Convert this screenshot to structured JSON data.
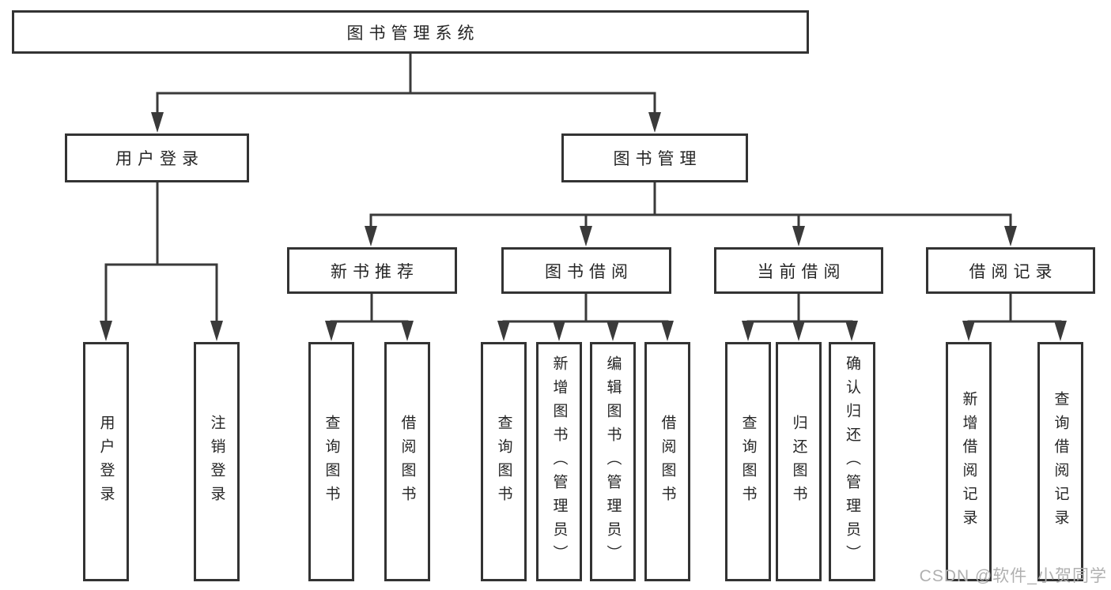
{
  "diagram": {
    "title": "图书管理系统",
    "watermark": "CSDN @软件_小贺同学",
    "colors": {
      "line": "#3a3a3a",
      "box_border": "#333333",
      "text": "#262626",
      "background": "#ffffff",
      "watermark_text": "#b0b0b0"
    },
    "nodes": {
      "root": "图书管理系统",
      "level2": {
        "user_login": "用户登录",
        "book_management": "图书管理"
      },
      "level3": {
        "new_book_recommend": "新书推荐",
        "book_borrow": "图书借阅",
        "current_borrow": "当前借阅",
        "borrow_record": "借阅记录"
      },
      "leaves": {
        "user_login_login": "用户登录",
        "user_login_logout": "注销登录",
        "recommend_query_book": "查询图书",
        "recommend_borrow_book": "借阅图书",
        "borrow_query_book": "查询图书",
        "borrow_add_book": "新增图书（管理员）",
        "borrow_edit_book": "编辑图书（管理员）",
        "borrow_borrow_book": "借阅图书",
        "current_query_book": "查询图书",
        "current_return_book": "归还图书",
        "current_confirm_return": "确认归还（管理员）",
        "record_add_record": "新增借阅记录",
        "record_query_record": "查询借阅记录"
      }
    }
  }
}
